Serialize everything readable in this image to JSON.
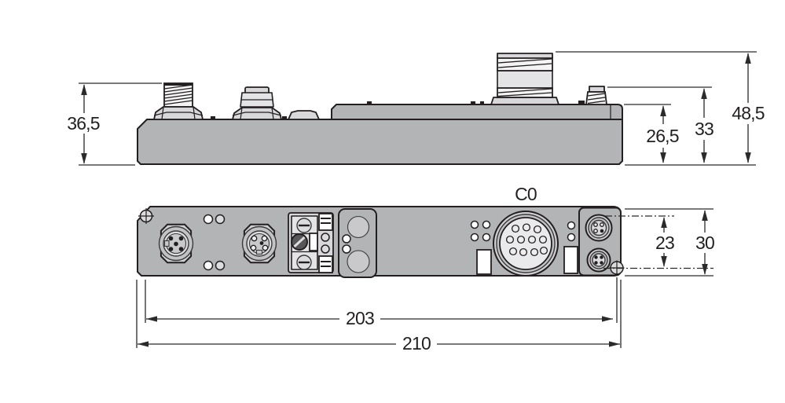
{
  "drawing_type": "technical-dimension-drawing",
  "views": {
    "side_view": "side profile with connector heights",
    "front_view": "front face with connectors"
  },
  "labels": {
    "connector": "C0"
  },
  "dims": {
    "side_height_front": "36,5",
    "side_height_step": "26,5",
    "side_height_m8": "33",
    "side_height_max": "48,5",
    "front_hole_spacing_v": "23",
    "front_height": "30",
    "front_hole_spacing_h": "203",
    "front_width": "210"
  },
  "colors": {
    "outline": "#231f20",
    "body_gray": "#b3b4b6",
    "part_light": "#d8d8da",
    "part_lighter": "#e4e4e6",
    "white": "#ffffff",
    "dimension_line": "#2a2a2a"
  }
}
